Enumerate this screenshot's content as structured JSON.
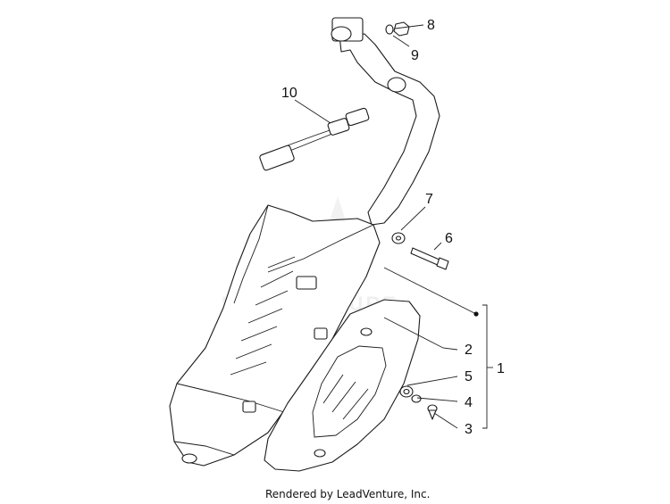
{
  "diagram": {
    "callouts": {
      "p1": "1",
      "p2": "2",
      "p3": "3",
      "p4": "4",
      "p5": "5",
      "p6": "6",
      "p7": "7",
      "p8": "8",
      "p9": "9",
      "p10": "10"
    },
    "watermark": "LEADVENTURE",
    "footer": "Rendered by LeadVenture, Inc."
  }
}
